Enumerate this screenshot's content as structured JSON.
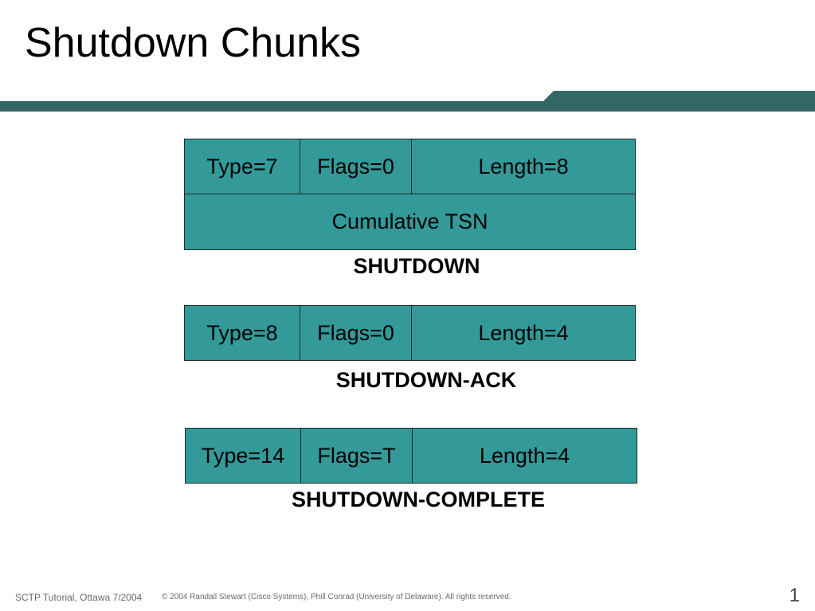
{
  "slide": {
    "title": "Shutdown Chunks",
    "accent_color": "#336666",
    "field_color": "#339999"
  },
  "chunks": [
    {
      "name": "SHUTDOWN",
      "header": {
        "type": "Type=7",
        "flags": "Flags=0",
        "length": "Length=8"
      },
      "body": "Cumulative TSN"
    },
    {
      "name": "SHUTDOWN-ACK",
      "header": {
        "type": "Type=8",
        "flags": "Flags=0",
        "length": "Length=4"
      }
    },
    {
      "name": "SHUTDOWN-COMPLETE",
      "header": {
        "type": "Type=14",
        "flags": "Flags=T",
        "length": "Length=4"
      }
    }
  ],
  "footer": {
    "course": "SCTP Tutorial, Ottawa 7/2004",
    "copyright": "© 2004 Randall Stewart (Cisco Systems), Phill Conrad (University of Delaware). All rights reserved.",
    "page_number": "1"
  }
}
